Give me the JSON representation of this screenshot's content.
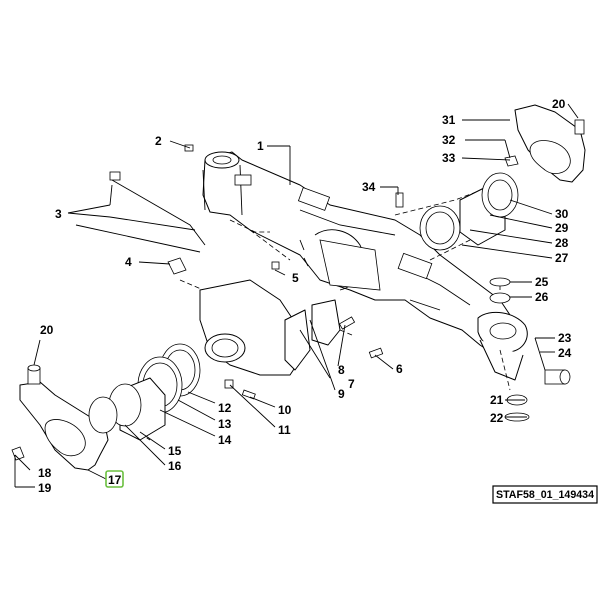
{
  "diagram": {
    "reference_code": "STAF58_01_149434",
    "highlighted_callout": "17",
    "callouts": [
      {
        "id": "c1",
        "label": "1"
      },
      {
        "id": "c2",
        "label": "2"
      },
      {
        "id": "c3",
        "label": "3"
      },
      {
        "id": "c4",
        "label": "4"
      },
      {
        "id": "c5",
        "label": "5"
      },
      {
        "id": "c6",
        "label": "6"
      },
      {
        "id": "c7",
        "label": "7"
      },
      {
        "id": "c8",
        "label": "8"
      },
      {
        "id": "c9",
        "label": "9"
      },
      {
        "id": "c10",
        "label": "10"
      },
      {
        "id": "c11",
        "label": "11"
      },
      {
        "id": "c12",
        "label": "12"
      },
      {
        "id": "c13",
        "label": "13"
      },
      {
        "id": "c14",
        "label": "14"
      },
      {
        "id": "c15",
        "label": "15"
      },
      {
        "id": "c16",
        "label": "16"
      },
      {
        "id": "c17",
        "label": "17"
      },
      {
        "id": "c18",
        "label": "18"
      },
      {
        "id": "c19",
        "label": "19"
      },
      {
        "id": "c20a",
        "label": "20"
      },
      {
        "id": "c20b",
        "label": "20"
      },
      {
        "id": "c21",
        "label": "21"
      },
      {
        "id": "c22",
        "label": "22"
      },
      {
        "id": "c23",
        "label": "23"
      },
      {
        "id": "c24",
        "label": "24"
      },
      {
        "id": "c25",
        "label": "25"
      },
      {
        "id": "c26",
        "label": "26"
      },
      {
        "id": "c27",
        "label": "27"
      },
      {
        "id": "c28",
        "label": "28"
      },
      {
        "id": "c29",
        "label": "29"
      },
      {
        "id": "c30",
        "label": "30"
      },
      {
        "id": "c31",
        "label": "31"
      },
      {
        "id": "c32",
        "label": "32"
      },
      {
        "id": "c33",
        "label": "33"
      },
      {
        "id": "c34",
        "label": "34"
      }
    ]
  }
}
